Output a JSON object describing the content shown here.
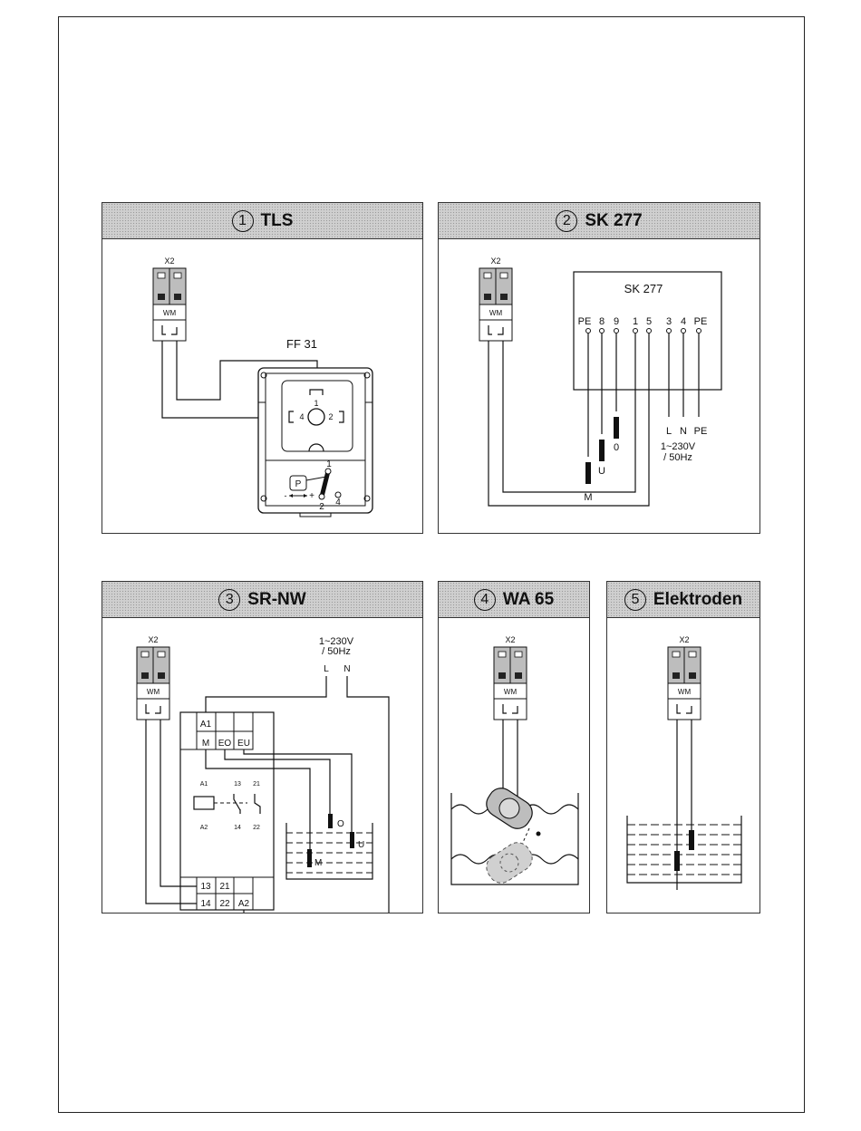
{
  "panels": {
    "p1": {
      "num": "1",
      "title": "TLS",
      "terminal": "X2",
      "wm": "WM",
      "device": "FF 31",
      "pins": {
        "one": "1",
        "two": "2",
        "four": "4"
      },
      "switch": {
        "p": "P",
        "one": "1",
        "two": "2",
        "four": "4",
        "minus": "-",
        "plus": "+"
      }
    },
    "p2": {
      "num": "2",
      "title": "SK 277",
      "terminal": "X2",
      "wm": "WM",
      "box_label": "SK 277",
      "pins": [
        "PE",
        "8",
        "9",
        "1",
        "5",
        "3",
        "4",
        "PE"
      ],
      "outputs": {
        "l": "L",
        "n": "N",
        "pe": "PE"
      },
      "probes": {
        "m": "M",
        "u": "U",
        "o": "0"
      },
      "supply_1": "1~230V",
      "supply_2": "/ 50Hz"
    },
    "p3": {
      "num": "3",
      "title": "SR-NW",
      "terminal": "X2",
      "wm": "WM",
      "supply_1": "1~230V",
      "supply_2": "/ 50Hz",
      "l": "L",
      "n": "N",
      "top_cells": [
        "A1",
        "M",
        "EO",
        "EU"
      ],
      "relay": {
        "a1": "A1",
        "a2": "A2",
        "c13": "13",
        "c21": "21",
        "c14": "14",
        "c22": "22"
      },
      "bottom_cells": [
        "13",
        "21",
        "14",
        "22",
        "A2"
      ],
      "probes": {
        "o": "O",
        "u": "U",
        "m": "M"
      }
    },
    "p4": {
      "num": "4",
      "title": "WA 65",
      "terminal": "X2",
      "wm": "WM"
    },
    "p5": {
      "num": "5",
      "title": "Elektroden",
      "terminal": "X2",
      "wm": "WM"
    }
  }
}
